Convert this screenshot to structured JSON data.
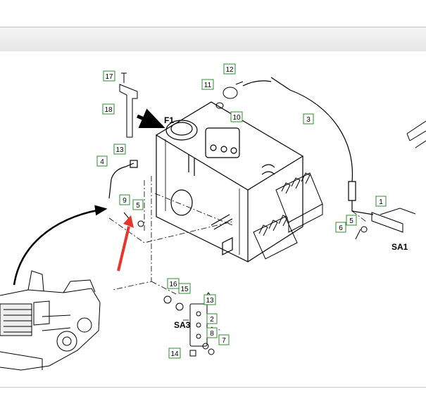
{
  "colors": {
    "callout_border": "#2e8b2e",
    "arrow": "#e8352b",
    "line": "#000000"
  },
  "callouts": {
    "c1": "1",
    "c2": "2",
    "c3": "3",
    "c4": "4",
    "c5a": "5",
    "c5b": "5",
    "c6": "6",
    "c7": "7",
    "c8": "8",
    "c9": "9",
    "c10": "10",
    "c11": "11",
    "c12": "12",
    "c13a": "13",
    "c13b": "13",
    "c14": "14",
    "c15": "15",
    "c16": "16",
    "c17": "17",
    "c18": "18"
  },
  "labels": {
    "f1": "F1",
    "sa1": "SA1",
    "sa3": "SA3"
  }
}
